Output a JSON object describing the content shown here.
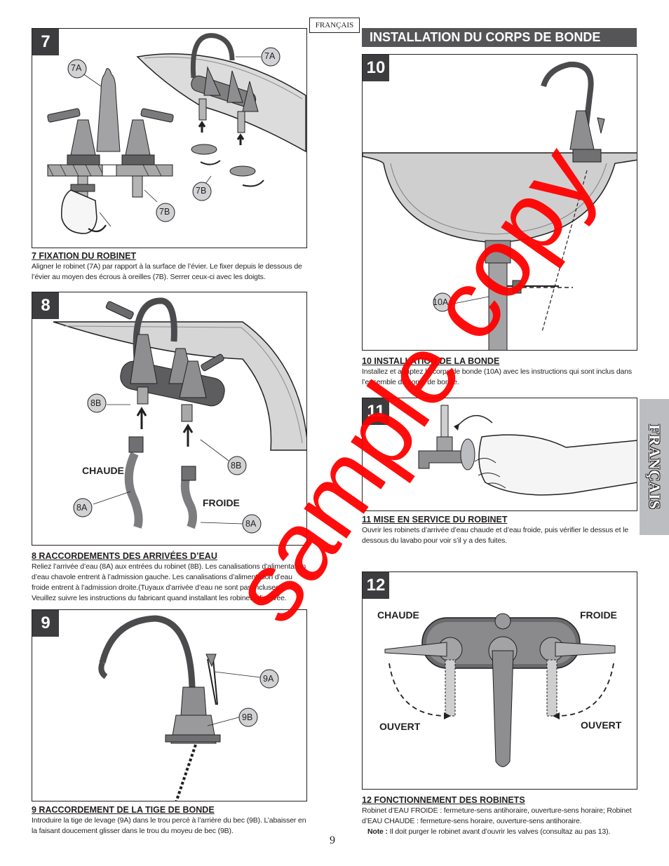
{
  "language_tag": "FRANÇAIS",
  "section_header": "INSTALLATION DU CORPS DE BONDE",
  "side_tab": "FRANÇAIS",
  "page_number": "9",
  "watermark": "sample copy",
  "steps": {
    "s7": {
      "number": "7",
      "callouts": [
        "7A",
        "7A",
        "7B",
        "7B"
      ],
      "title": "7  FIXATION DU ROBINET",
      "body": "Aligner le robinet (7A) par rapport à la surface de l’évier. Le fixer depuis le dessous de l’évier au moyen des écrous à oreilles (7B). Serrer ceux-ci avec les doigts."
    },
    "s8": {
      "number": "8",
      "callouts": [
        "8B",
        "8B",
        "8A",
        "8A"
      ],
      "hot_label": "CHAUDE",
      "cold_label": "FROIDE",
      "title": "8  RACCORDEMENTS DES ARRIVÉES D’EAU",
      "body": "Reliez l’arrivée d’eau (8A) aux entrées du robinet (8B). Les canalisations d’alimentation d’eau chavole entrent à l’admission gauche. Les canalisations d’alimentation d’eau froide entrent à l’admission droite.(Tuyaux d’arrivée d’eau ne sont pas incluses.) Veuillez suivre les instructions du fabricant quand installant les robinets d’arrivée."
    },
    "s9": {
      "number": "9",
      "callouts": [
        "9A",
        "9B"
      ],
      "title": "9  RACCORDEMENT DE LA TIGE DE BONDE",
      "body": "Introduire la tige de levage (9A) dans le trou percé à l’arrière du bec (9B). L’abaisser en la faisant doucement glisser dans le trou du moyeu de bec (9B)."
    },
    "s10": {
      "number": "10",
      "callouts": [
        "10A"
      ],
      "title": "10  INSTALLATION DE LA BONDE",
      "body": "Installez et adaptez le corps de bonde (10A) avec les instructions qui sont inclus dans l’ensemble du corps de bonde."
    },
    "s11": {
      "number": "11",
      "title": "11  MISE EN SERVICE DU ROBINET",
      "body": "Ouvrir les robinets d’arrivée d’eau chaude et d’eau froide, puis vérifier le dessus et le dessous du lavabo pour voir s’il y a des fuites."
    },
    "s12": {
      "number": "12",
      "hot_label": "CHAUDE",
      "cold_label": "FROIDE",
      "open_left": "OUVERT",
      "open_right": "OUVERT",
      "title": "12  FONCTIONNEMENT DES ROBINETS",
      "body": "Robinet d’EAU FROIDE : fermeture-sens antihoraire, ouverture-sens horaire; Robinet d’EAU CHAUDE : fermeture-sens horaire, ouverture-sens antihoraire.",
      "note_label": "Note :",
      "note_body": "Il doit purger le robinet avant d’ouvrir les valves (consultaz au pas 13)."
    }
  }
}
